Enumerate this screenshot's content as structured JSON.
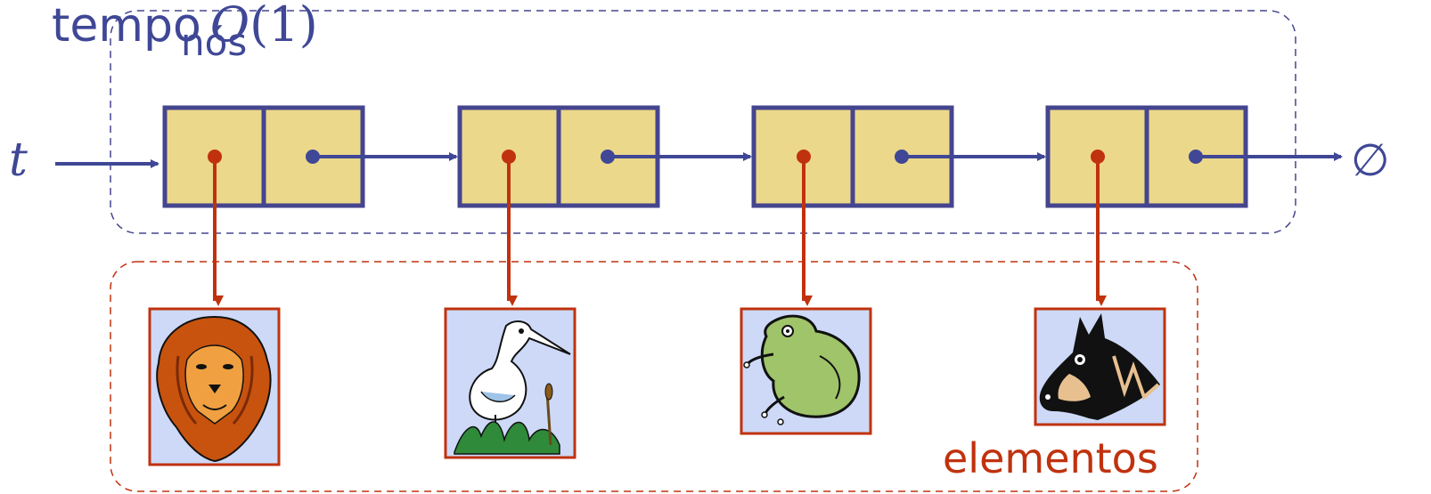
{
  "labels": {
    "head_pointer": "t",
    "null_symbol": "∅",
    "nodes_region": "nós",
    "elements_region": "elementos",
    "time_prefix": "tempo",
    "time_O": "O",
    "time_arg": "(1)"
  },
  "nodes": [
    {
      "element_icon": "lion-icon"
    },
    {
      "element_icon": "heron-icon"
    },
    {
      "element_icon": "frog-icon"
    },
    {
      "element_icon": "horse-icon"
    }
  ],
  "colors": {
    "node_fill": "#ecd88a",
    "node_stroke": "#45458f",
    "arrow_blue": "#3f4796",
    "element_red": "#c0320e",
    "label_blue": "#3f4796",
    "image_bg": "#cdd9f7"
  }
}
